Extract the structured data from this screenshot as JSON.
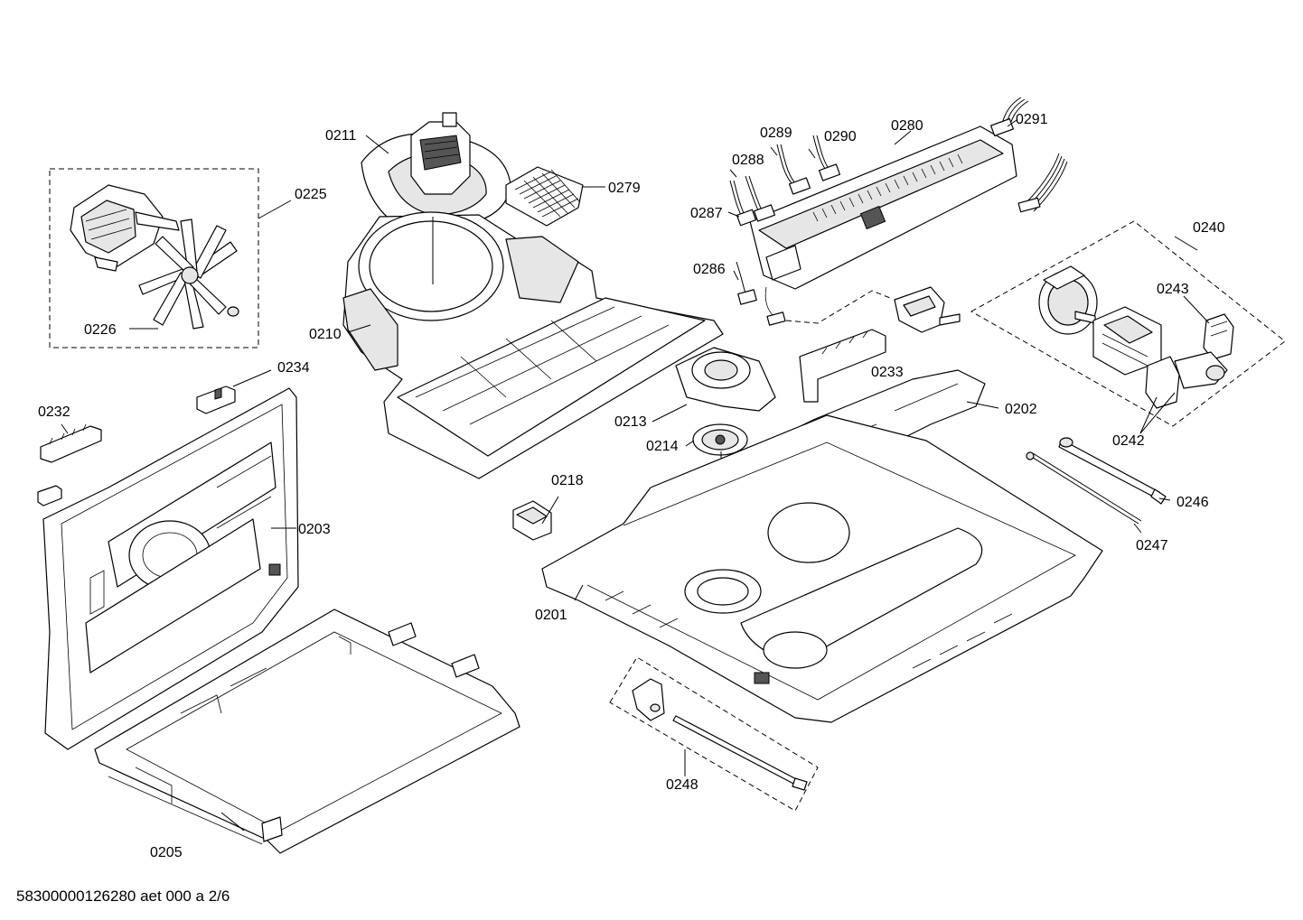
{
  "diagram": {
    "labels": {
      "p0211": "0211",
      "p0225": "0225",
      "p0226": "0226",
      "p0279": "0279",
      "p0210": "0210",
      "p0289": "0289",
      "p0290": "0290",
      "p0280": "0280",
      "p0291": "0291",
      "p0288": "0288",
      "p0287": "0287",
      "p0286": "0286",
      "p0240": "0240",
      "p0243": "0243",
      "p0233": "0233",
      "p0202": "0202",
      "p0242": "0242",
      "p0234": "0234",
      "p0213": "0213",
      "p0214": "0214",
      "p0232": "0232",
      "p0218": "0218",
      "p0246": "0246",
      "p0203": "0203",
      "p0247": "0247",
      "p0201": "0201",
      "p0248": "0248",
      "p0205": "0205"
    }
  },
  "footer": {
    "code": "58300000126280 aet 000 a 2/6"
  }
}
